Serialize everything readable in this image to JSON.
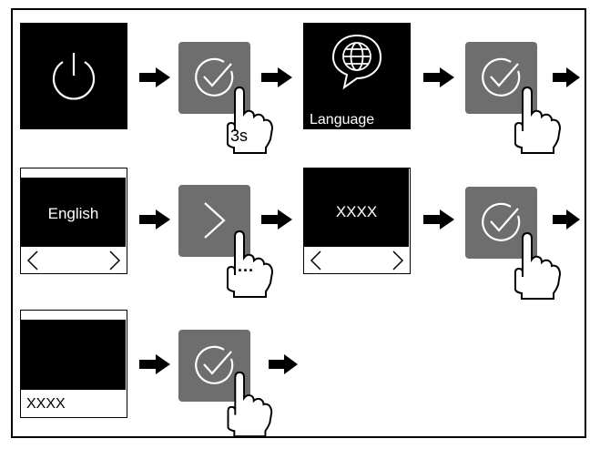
{
  "steps": {
    "power": {
      "icon": "power-icon"
    },
    "language": {
      "label": "Language",
      "icon": "globe-speech-icon"
    },
    "english": {
      "label": "English"
    },
    "setting": {
      "label": "XXXX"
    },
    "final": {
      "label": "XXXX"
    }
  },
  "gestures": {
    "long_press": "3s",
    "repeat_press": "..."
  },
  "colors": {
    "button": "#6e6e6e",
    "screen": "#000000"
  }
}
